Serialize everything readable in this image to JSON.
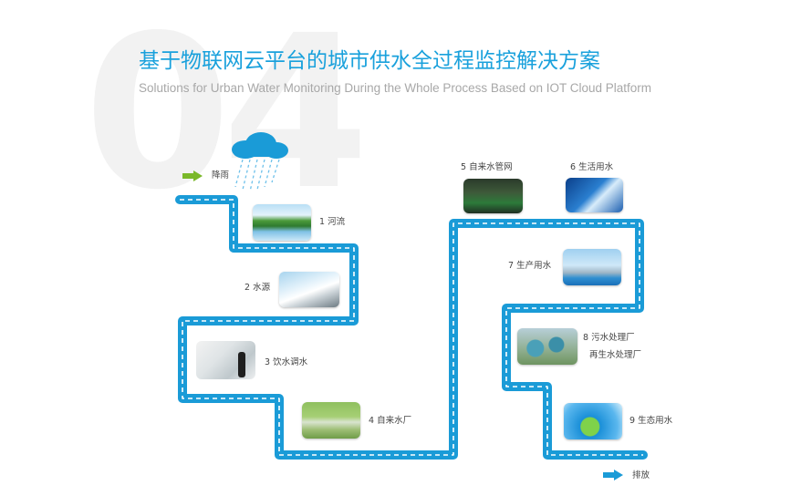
{
  "background_number": "04",
  "title": "基于物联网云平台的城市供水全过程监控解决方案",
  "subtitle": "Solutions for Urban Water Monitoring During the Whole Process Based on IOT Cloud Platform",
  "start_label": "降雨",
  "end_label": "排放",
  "steps": [
    {
      "label": "1 河流"
    },
    {
      "label": "2 水源"
    },
    {
      "label": "3 饮水调水"
    },
    {
      "label": "4 自来水厂"
    },
    {
      "label": "5 自来水管网"
    },
    {
      "label": "6 生活用水"
    },
    {
      "label": "7 生产用水"
    },
    {
      "label": "8 污水处理厂",
      "label2": "再生水处理厂"
    },
    {
      "label": "9 生态用水"
    }
  ],
  "colors": {
    "pipe": "#1a9bd7",
    "wave": "#ffffff",
    "arrow": "#1a9bd7",
    "arrow_start": "#7ab829",
    "title": "#1aa1dc"
  }
}
